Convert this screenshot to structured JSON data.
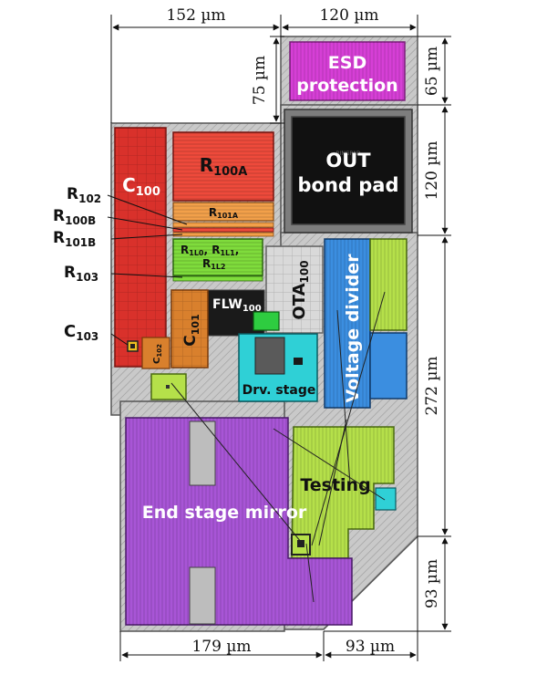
{
  "dimensions": {
    "top_left": "152 µm",
    "top_right": "120 µm",
    "left_vertical": "75 µm",
    "right_esd": "65 µm",
    "right_pad": "120 µm",
    "right_mid": "272 µm",
    "right_bottom": "93 µm",
    "bottom_left": "179 µm",
    "bottom_right": "93 µm"
  },
  "blocks": {
    "esd": {
      "line1": "ESD",
      "line2": "protection",
      "color": "#d63fd6"
    },
    "out_pad": {
      "line1": "OUT",
      "line2": "bond pad",
      "color": "#111111",
      "tiny": "RINGPAD"
    },
    "c100": {
      "base": "C",
      "sub": "100",
      "color": "#d9312b"
    },
    "r100a": {
      "base": "R",
      "sub": "100A",
      "color": "#ee4a3b"
    },
    "r101a": {
      "base": "R",
      "sub": "101A",
      "color": "#f2a04a"
    },
    "r1l": {
      "a_base": "R",
      "a_sub": "1L0",
      "sep": ", ",
      "b_base": "R",
      "b_sub": "1L1",
      "end": ",",
      "c_base": "R",
      "c_sub": "1L2",
      "color": "#7fdc3c"
    },
    "otа": {},
    "ota": {
      "base": "OTA",
      "sub": "100",
      "color": "#d9d9d9"
    },
    "flw": {
      "base": "FLW",
      "sub": "100",
      "color": "#1a1a1a"
    },
    "c101": {
      "base": "C",
      "sub": "101",
      "color": "#d9802d"
    },
    "c102": {
      "base": "C",
      "sub": "102",
      "color": "#d9802d"
    },
    "drv": {
      "label": "Drv. stage",
      "color": "#2fd0d6"
    },
    "voltage_divider": {
      "label": "Voltage divider",
      "color": "#3b8ee0"
    },
    "testing": {
      "label": "Testing",
      "color": "#b5e04a"
    },
    "end_stage": {
      "label": "End stage mirror",
      "color": "#a855d6"
    }
  },
  "side_labels": {
    "r102": {
      "base": "R",
      "sub": "102"
    },
    "r100b": {
      "base": "R",
      "sub": "100B"
    },
    "r101b": {
      "base": "R",
      "sub": "101B"
    },
    "r103": {
      "base": "R",
      "sub": "103"
    },
    "c103": {
      "base": "C",
      "sub": "103"
    }
  },
  "colors": {
    "substrate": "#bdbdbd",
    "substrate_dark": "#8a8a8a",
    "dim_line": "#111111"
  }
}
